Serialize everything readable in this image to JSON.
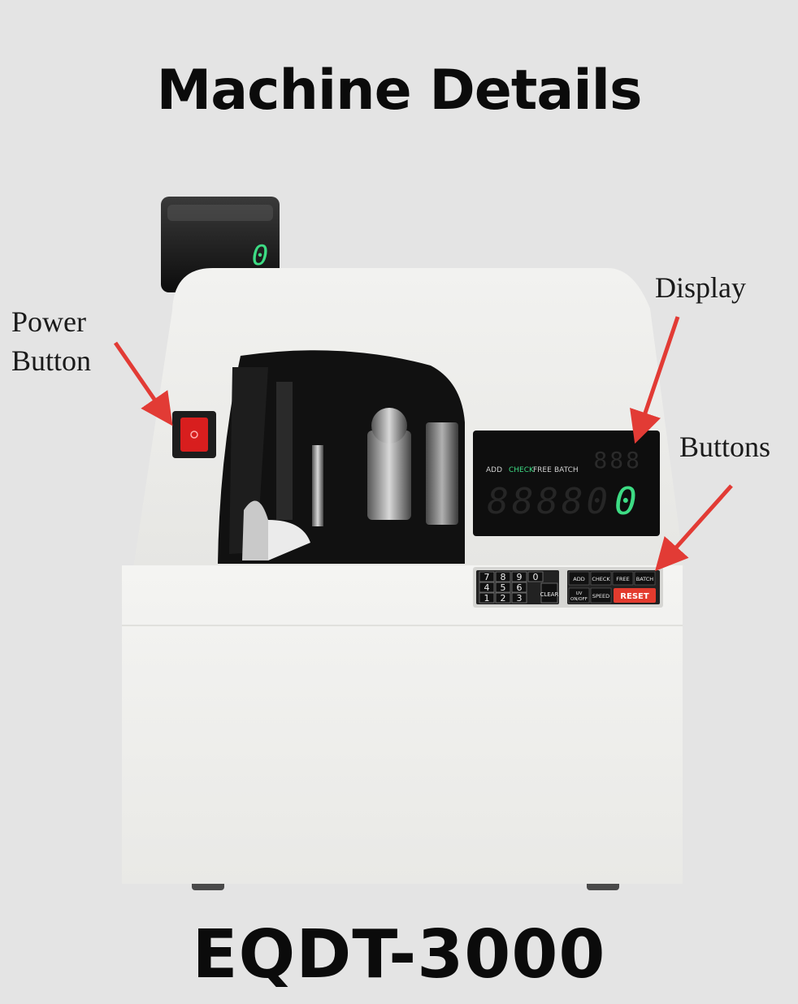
{
  "header": {
    "title": "Machine Details"
  },
  "footer": {
    "model": "EQDT-3000"
  },
  "callouts": {
    "power": [
      "Power",
      "Button"
    ],
    "display": "Display",
    "buttons": "Buttons"
  },
  "machine": {
    "pole_display_digit": "0",
    "main_display": {
      "mode_labels": [
        "ADD",
        "CHECK",
        "FREE",
        "BATCH"
      ],
      "active_mode": "CHECK",
      "batch_digits": "888",
      "count_digits": "88880"
    },
    "keypad": {
      "rows": [
        [
          "7",
          "8",
          "9",
          "0"
        ],
        [
          "4",
          "5",
          "6"
        ],
        [
          "1",
          "2",
          "3"
        ]
      ],
      "clear": "CLEAR"
    },
    "function_keys": {
      "row1": [
        "ADD",
        "CHECK",
        "FREE",
        "BATCH"
      ],
      "uv": [
        "UV",
        "ON/OFF"
      ],
      "speed": "SPEED",
      "reset": "RESET"
    }
  },
  "colors": {
    "background": "#e4e4e4",
    "machine_body": "#eeeeec",
    "arrow": "#e23b35",
    "display_green": "#3ddc84",
    "reset_red": "#e33b2e"
  }
}
